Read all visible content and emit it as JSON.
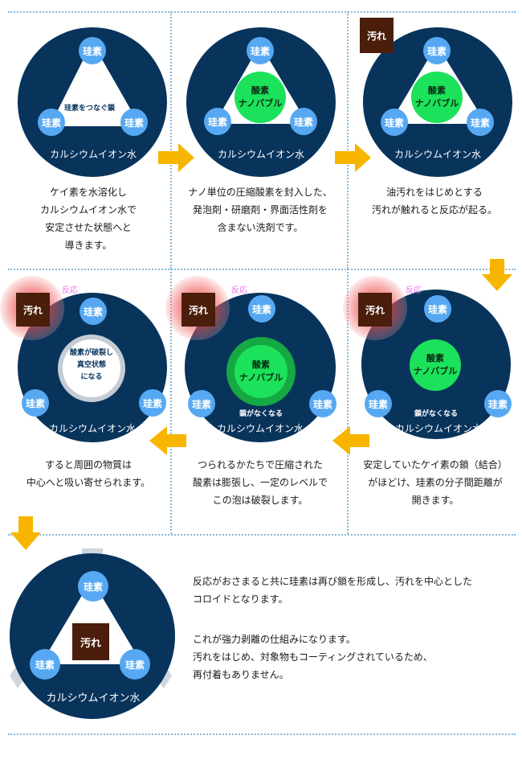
{
  "labels": {
    "silicon": "珪素",
    "water": "カルシウムイオン水",
    "chain": "珪素をつなぐ鎖",
    "bubble_line1": "酸素",
    "bubble_line2": "ナノバブル",
    "stain": "汚れ",
    "reaction": "反応",
    "chain_gone": "鎖がなくなる",
    "vacuum_line1": "酸素が破裂し",
    "vacuum_line2": "真空状態",
    "vacuum_line3": "になる"
  },
  "steps": [
    {
      "lines": [
        "ケイ素を水溶化し",
        "カルシウムイオン水で",
        "安定させた状態へと",
        "導きます。"
      ]
    },
    {
      "lines": [
        "ナノ単位の圧縮酸素を封入した、",
        "発泡剤・研磨剤・界面活性剤を",
        "含まない洗剤です。"
      ]
    },
    {
      "lines": [
        "油汚れをはじめとする",
        "汚れが触れると反応が起る。"
      ]
    },
    {
      "lines": [
        "安定していたケイ素の鎖（結合）",
        "がほどけ、珪素の分子間距離が",
        "開きます。"
      ]
    },
    {
      "lines": [
        "つられるかたちで圧縮された",
        "酸素は膨張し、一定のレベルで",
        "この泡は破裂します。"
      ]
    },
    {
      "lines": [
        "すると周囲の物質は",
        "中心へと吸い寄せられます。"
      ]
    }
  ],
  "final": {
    "paragraph1": [
      "反応がおさまると共に珪素は再び鎖を形成し、汚れを中心とした",
      "コロイドとなります。"
    ],
    "paragraph2": [
      "これが強力剥離の仕組みになります。",
      "汚れをはじめ、対象物もコーティングされているため、",
      "再付着もありません。"
    ]
  },
  "colors": {
    "circle": "#08345c",
    "silicon": "#56a8f2",
    "bubble": "#1ce15a",
    "stain": "#4a1e0a",
    "arrow": "#f7b500",
    "reaction": "#e872e8",
    "divider": "#8ab8d8"
  }
}
